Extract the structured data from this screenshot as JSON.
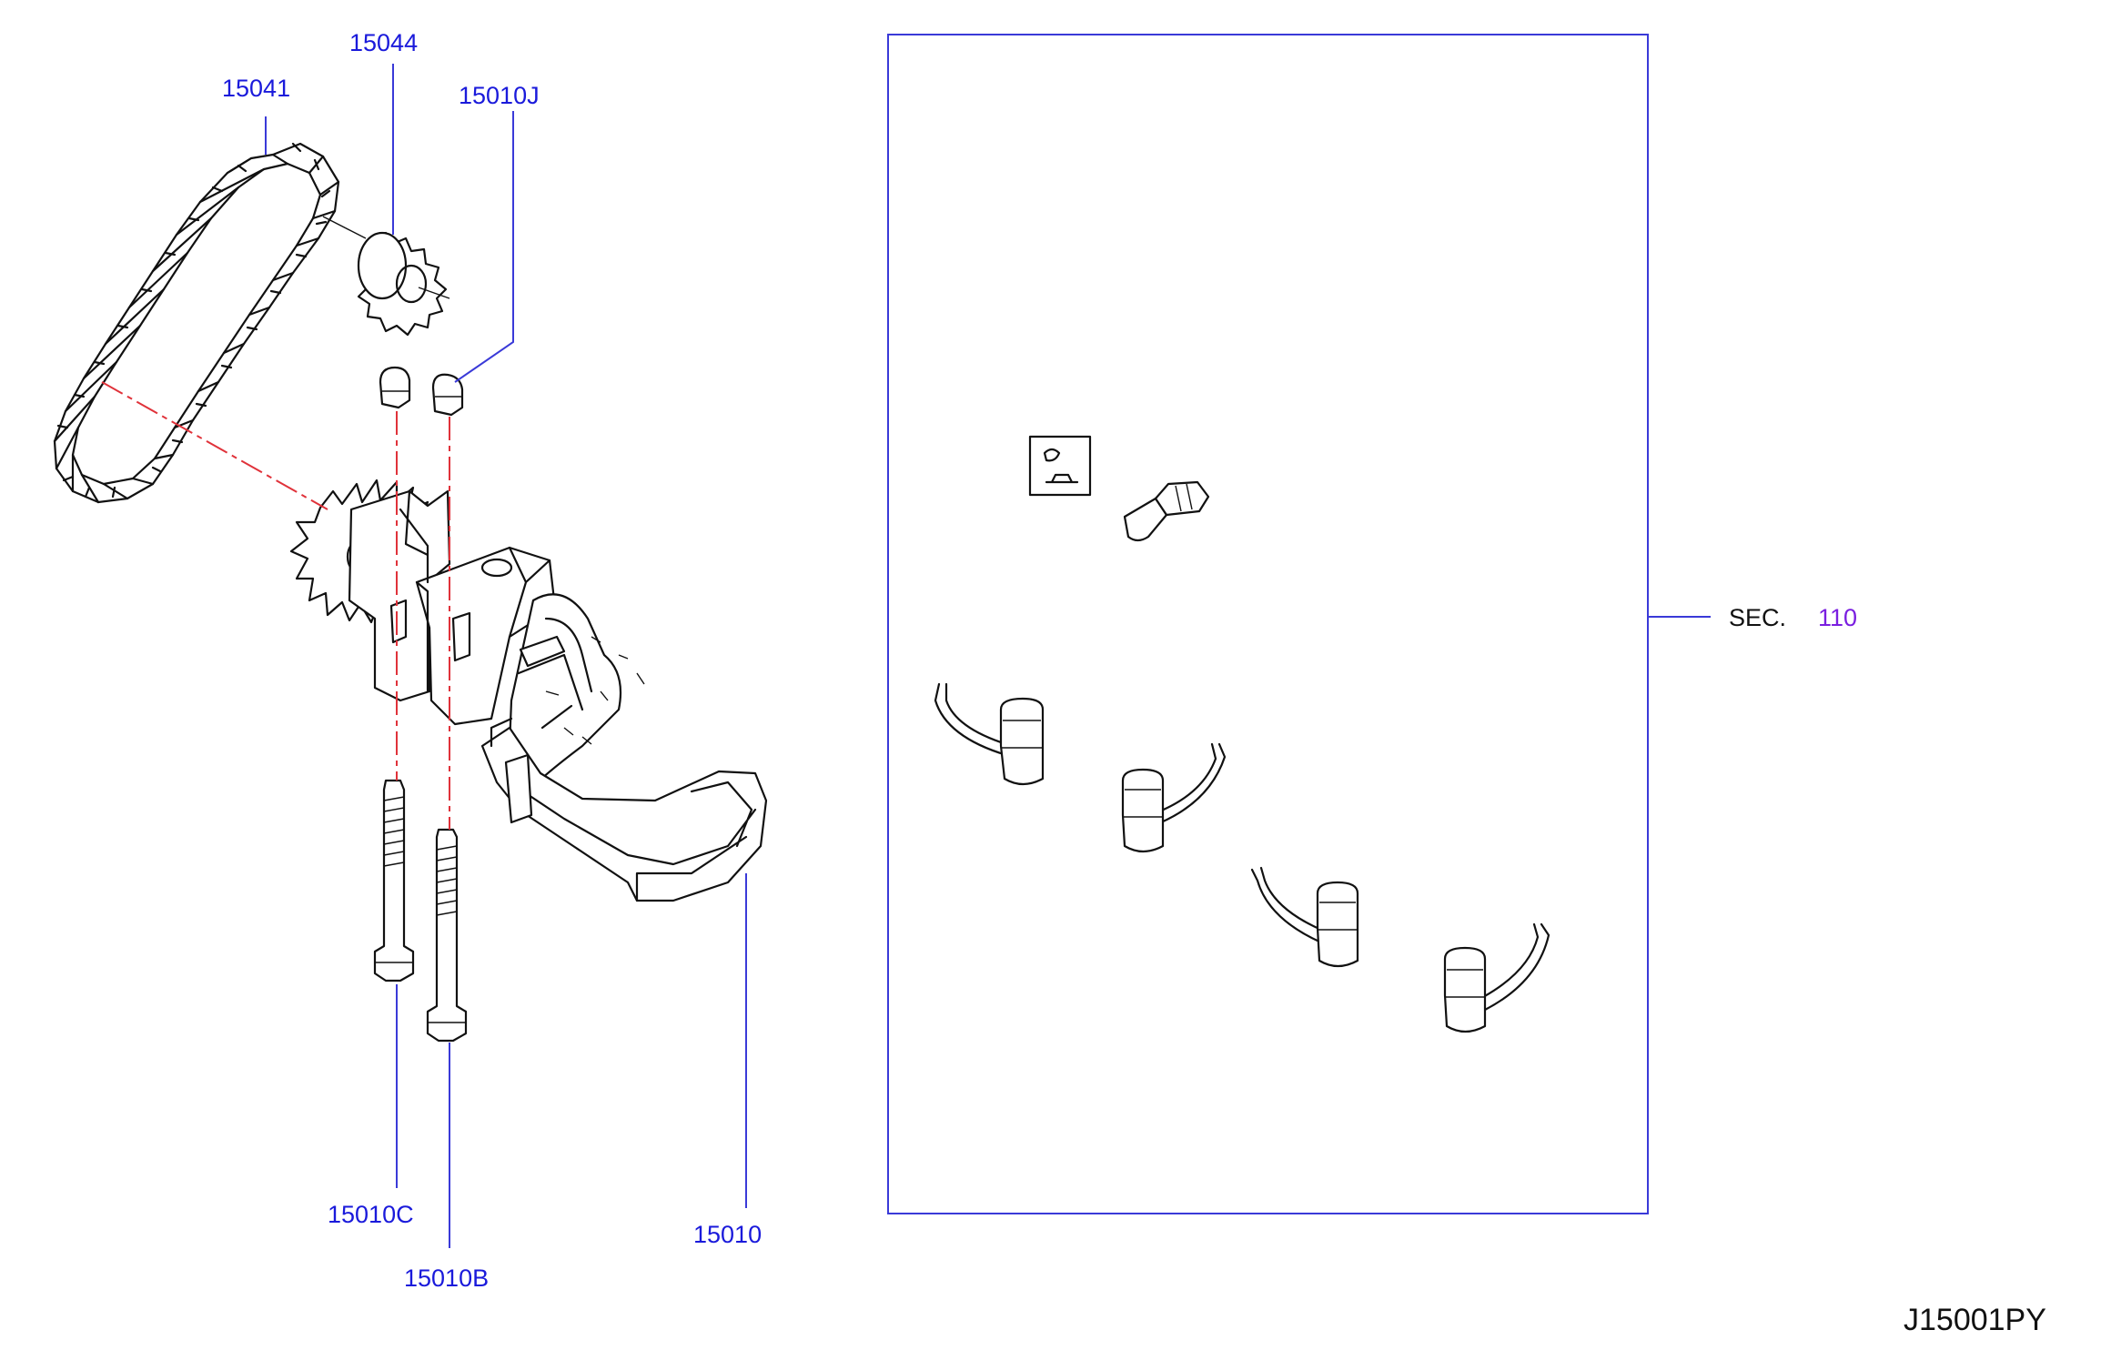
{
  "part_labels": {
    "chain": "15041",
    "sprocket": "15044",
    "pin": "15010J",
    "bolt_c": "15010C",
    "bolt_b": "15010B",
    "pump": "15010"
  },
  "section_reference": {
    "prefix": "SEC.",
    "number": "110"
  },
  "diagram_code": "J15001PY",
  "colors": {
    "label_blue": "#1a1adb",
    "leader_blue": "#3a3ad8",
    "centerline_red": "#e0323a",
    "section_purple": "#7a1ee0",
    "ink": "#111111"
  }
}
